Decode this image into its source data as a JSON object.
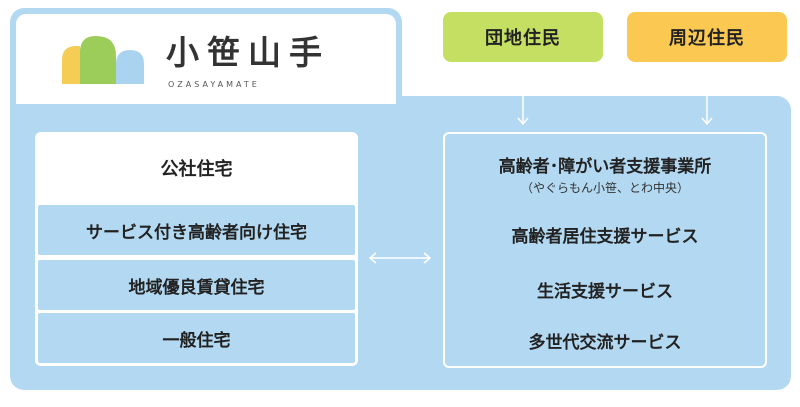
{
  "logo": {
    "title": "小笹山手",
    "subtitle": "OZASAYAMATE"
  },
  "tags": {
    "residents": "団地住民",
    "neighbors": "周辺住民"
  },
  "housing": {
    "header": "公社住宅",
    "rows": [
      "サービス付き高齢者向け住宅",
      "地域優良賃貸住宅",
      "一般住宅"
    ]
  },
  "services": {
    "office": "高齢者･障がい者支援事業所",
    "office_note": "（やぐらもん小笹、とわ中央）",
    "items": [
      "高齢者居住支援サービス",
      "生活支援サービス",
      "多世代交流サービス"
    ]
  },
  "colors": {
    "panel": "#b3d9f2",
    "residents_tag": "#c4df62",
    "neighbors_tag": "#fbc951",
    "logo_leaf_yellow": "#f5cd55",
    "logo_leaf_green": "#9ccc5a",
    "logo_leaf_blue": "#a9d3ef"
  }
}
